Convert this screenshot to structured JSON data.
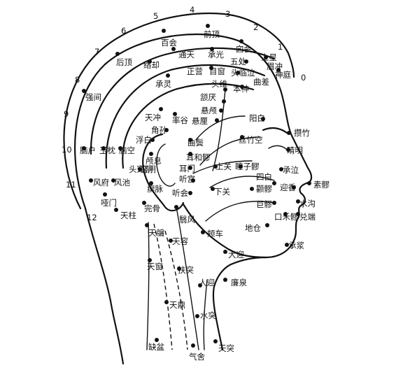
{
  "scale_numbers": [
    "0",
    "1",
    "2",
    "3",
    "4",
    "5",
    "6",
    "7",
    "8",
    "9",
    "10",
    "11",
    "12"
  ],
  "points": {
    "baihui": "百会",
    "qianding": "前顶",
    "xinhui": "囟会",
    "shangxing": "上星",
    "meichong": "眉冲",
    "shenting": "神庭",
    "houding": "后顶",
    "tongtian": "通天",
    "chengguang": "承光",
    "wuchu": "五处",
    "qucha": "曲差",
    "luoque": "络却",
    "zhengying": "正营",
    "muchuang": "目窗",
    "toulinqi": "头临泣",
    "benshen": "本神",
    "chengling": "承灵",
    "touwei": "头维",
    "hanyan": "颔厌",
    "xuanlu": "悬颅",
    "xuanli": "悬厘",
    "qiangjian": "强间",
    "tianchong": "天冲",
    "shuaigu": "率谷",
    "jiaosun": "角孙",
    "yangbai": "阳白",
    "zanzhu": "攒竹",
    "qubin": "曲鬓",
    "sizhukong": "丝竹空",
    "jingming": "睛明",
    "fubai": "浮白",
    "chengqi": "承泣",
    "naohu": "脑户",
    "yuzhen": "玉枕",
    "naokong": "脑空",
    "qiaoyin": "窍阴",
    "tougiaoyin": "头窍阴",
    "luxi": "颅息",
    "erheliao": "耳和髎",
    "shangguan": "上关",
    "tongziliao": "瞳子髎",
    "ermen": "耳门",
    "sibai": "四白",
    "chimai": "瘈脉",
    "tinggong": "听宫",
    "quanliao": "颧髎",
    "yingxiang": "迎香",
    "suliao": "素髎",
    "fengfu": "风府",
    "fengchi": "风池",
    "tinghui": "听会",
    "xiaguan": "下关",
    "juliao": "巨髎",
    "shuigou": "水沟",
    "yamen": "哑门",
    "kouheliao": "口禾髎",
    "duiduan": "兑端",
    "wangu": "完骨",
    "tianzhu": "天柱",
    "yifeng": "翳风",
    "dicang": "地仓",
    "tianyou": "天牖",
    "jiache": "颊车",
    "tianrong": "天容",
    "chengjiang": "承浆",
    "daying": "大迎",
    "tianchuang": "天窗",
    "futu": "扶突",
    "renying": "人迎",
    "lianquan": "廉泉",
    "tianding": "天鼎",
    "shuitu": "水突",
    "quepen": "缺盆",
    "qishe": "气舍",
    "tiantu": "天突"
  }
}
